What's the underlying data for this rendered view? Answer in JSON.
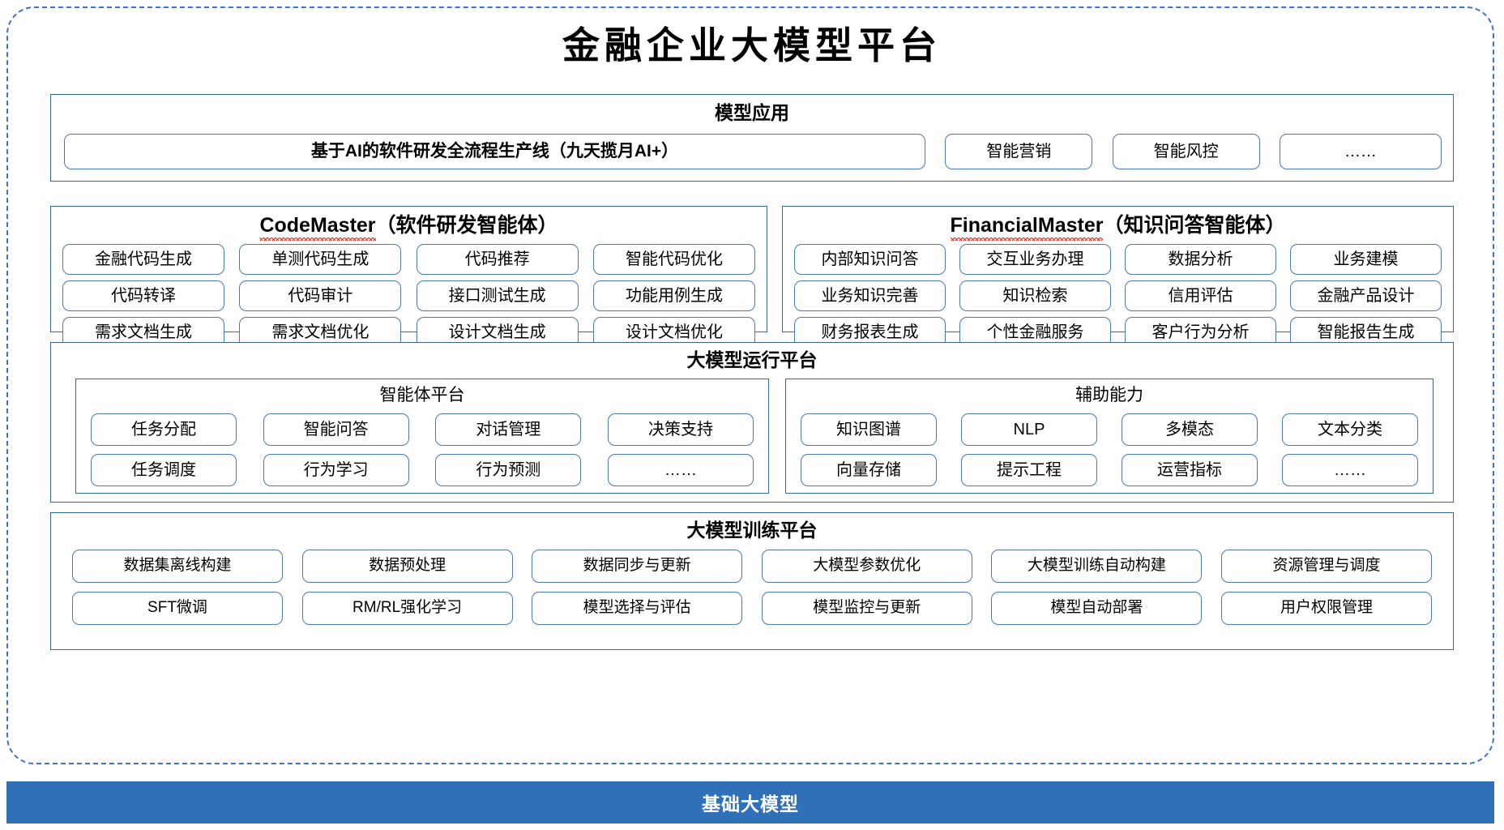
{
  "page": {
    "title": "金融企业大模型平台",
    "accent_blue": "#3070b8",
    "border_blue": "#35689e",
    "chip_border": "#4a78b5",
    "spellcheck_red": "#e8271c"
  },
  "model_application": {
    "title": "模型应用",
    "items": [
      "基于AI的软件研发全流程生产线（九天揽月AI+）",
      "智能营销",
      "智能风控",
      "……"
    ]
  },
  "agents": [
    {
      "name": "CodeMaster",
      "name_suffix": "（软件研发智能体）",
      "spellcheck": true,
      "rows": [
        [
          "金融代码生成",
          "单测代码生成",
          "代码推荐",
          "智能代码优化"
        ],
        [
          "代码转译",
          "代码审计",
          "接口测试生成",
          "功能用例生成"
        ],
        [
          "需求文档生成",
          "需求文档优化",
          "设计文档生成",
          "设计文档优化"
        ]
      ]
    },
    {
      "name": "FinancialMaster",
      "name_suffix": "（知识问答智能体）",
      "spellcheck": true,
      "rows": [
        [
          "内部知识问答",
          "交互业务办理",
          "数据分析",
          "业务建模"
        ],
        [
          "业务知识完善",
          "知识检索",
          "信用评估",
          "金融产品设计"
        ],
        [
          "财务报表生成",
          "个性金融服务",
          "客户行为分析",
          "智能报告生成"
        ]
      ]
    }
  ],
  "runtime_platform": {
    "title": "大模型运行平台",
    "groups": [
      {
        "title": "智能体平台",
        "rows": [
          [
            "任务分配",
            "智能问答",
            "对话管理",
            "决策支持"
          ],
          [
            "任务调度",
            "行为学习",
            "行为预测",
            "……"
          ]
        ]
      },
      {
        "title": "辅助能力",
        "rows": [
          [
            "知识图谱",
            "NLP",
            "多模态",
            "文本分类"
          ],
          [
            "向量存储",
            "提示工程",
            "运营指标",
            "……"
          ]
        ]
      }
    ]
  },
  "training_platform": {
    "title": "大模型训练平台",
    "rows": [
      [
        "数据集离线构建",
        "数据预处理",
        "数据同步与更新",
        "大模型参数优化",
        "大模型训练自动构建",
        "资源管理与调度"
      ],
      [
        "SFT微调",
        "RM/RL强化学习",
        "模型选择与评估",
        "模型监控与更新",
        "模型自动部署",
        "用户权限管理"
      ]
    ]
  },
  "base_model_bar": {
    "label": "基础大模型"
  }
}
